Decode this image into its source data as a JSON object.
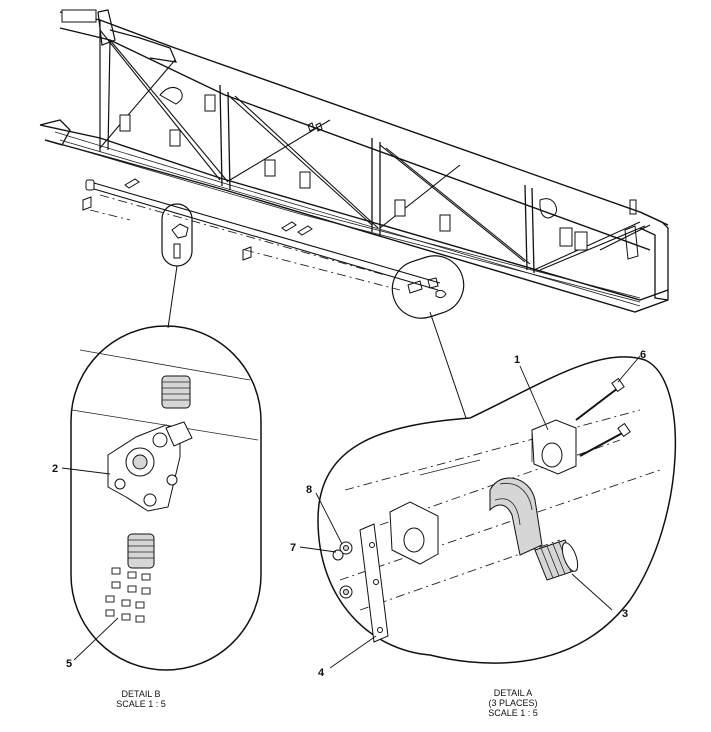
{
  "callouts": {
    "c1": "1",
    "c2": "2",
    "c3": "3",
    "c4": "4",
    "c5": "5",
    "c6": "6",
    "c7": "7",
    "c8": "8"
  },
  "detail_b": {
    "title": "DETAIL B",
    "scale": "SCALE 1 : 5"
  },
  "detail_a": {
    "title": "DETAIL A",
    "note": "(3 PLACES)",
    "scale": "SCALE 1 : 5"
  },
  "colors": {
    "line": "#111111",
    "shade": "#d6d6d6",
    "background": "#ffffff"
  }
}
